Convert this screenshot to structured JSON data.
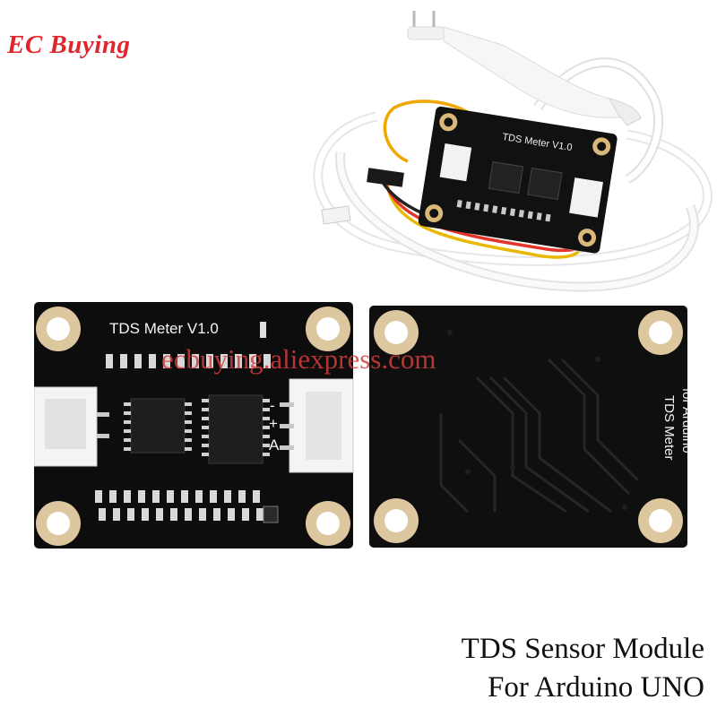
{
  "brand": {
    "name": "EC Buying",
    "color": "#e0262c"
  },
  "watermark": {
    "text": "ecbuying.aliexpress.com"
  },
  "board_front": {
    "title": "TDS Meter  V1.0",
    "pin_plus": "+",
    "pin_minus": "-",
    "pin_a": "A"
  },
  "board_back": {
    "label_line1": "TDS Meter",
    "label_line2": "for Arduino"
  },
  "board_small": {
    "title": "TDS Meter  V1.0"
  },
  "caption": {
    "line1": "TDS Sensor Module",
    "line2": "For Arduino UNO"
  }
}
